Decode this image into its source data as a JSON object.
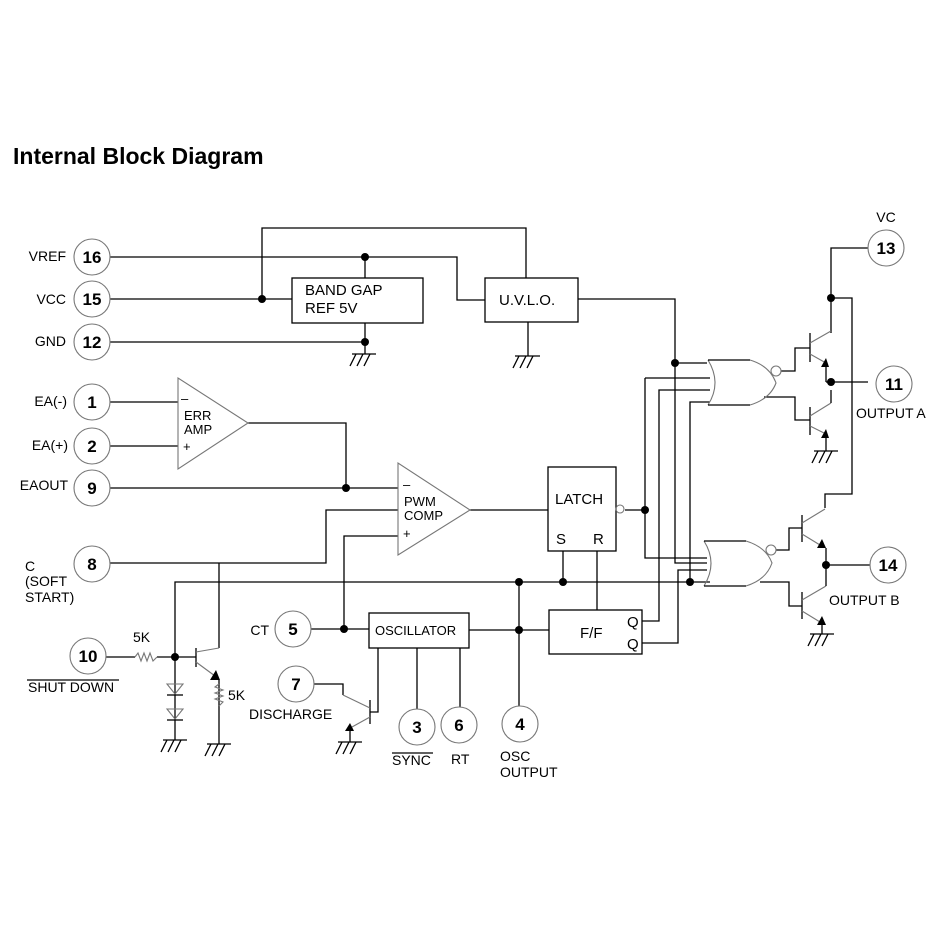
{
  "title": "Internal Block Diagram",
  "pins": [
    {
      "number": "16",
      "label": "VREF"
    },
    {
      "number": "15",
      "label": "VCC"
    },
    {
      "number": "12",
      "label": "GND"
    },
    {
      "number": "1",
      "label": "EA(-)"
    },
    {
      "number": "2",
      "label": "EA(+)"
    },
    {
      "number": "9",
      "label": "EAOUT"
    },
    {
      "number": "8",
      "label_lines": [
        "C",
        "(SOFT",
        "START)"
      ]
    },
    {
      "number": "10",
      "label": "SHUT DOWN",
      "overline": true
    },
    {
      "number": "5",
      "label": "CT"
    },
    {
      "number": "7",
      "label": "DISCHARGE"
    },
    {
      "number": "3",
      "label": "SYNC",
      "overline": true
    },
    {
      "number": "6",
      "label": "RT"
    },
    {
      "number": "4",
      "label_lines": [
        "OSC",
        "OUTPUT"
      ]
    },
    {
      "number": "13",
      "label": "VC"
    },
    {
      "number": "11",
      "label": "OUTPUT A"
    },
    {
      "number": "14",
      "label": "OUTPUT B"
    }
  ],
  "blocks": {
    "bandgap": [
      "BAND GAP",
      "REF 5V"
    ],
    "uvlo": "U.V.L.O.",
    "erramp": [
      "ERR",
      "AMP"
    ],
    "pwmcomp": [
      "PWM",
      "COMP"
    ],
    "latch": "LATCH",
    "latch_s": "S",
    "latch_r": "R",
    "oscillator": "OSCILLATOR",
    "ff": "F/F",
    "ff_q": "Q",
    "ff_qbar": "Q"
  },
  "signs": {
    "minus": "–",
    "plus": "+"
  },
  "resistors": {
    "r1": "5K",
    "r2": "5K"
  }
}
